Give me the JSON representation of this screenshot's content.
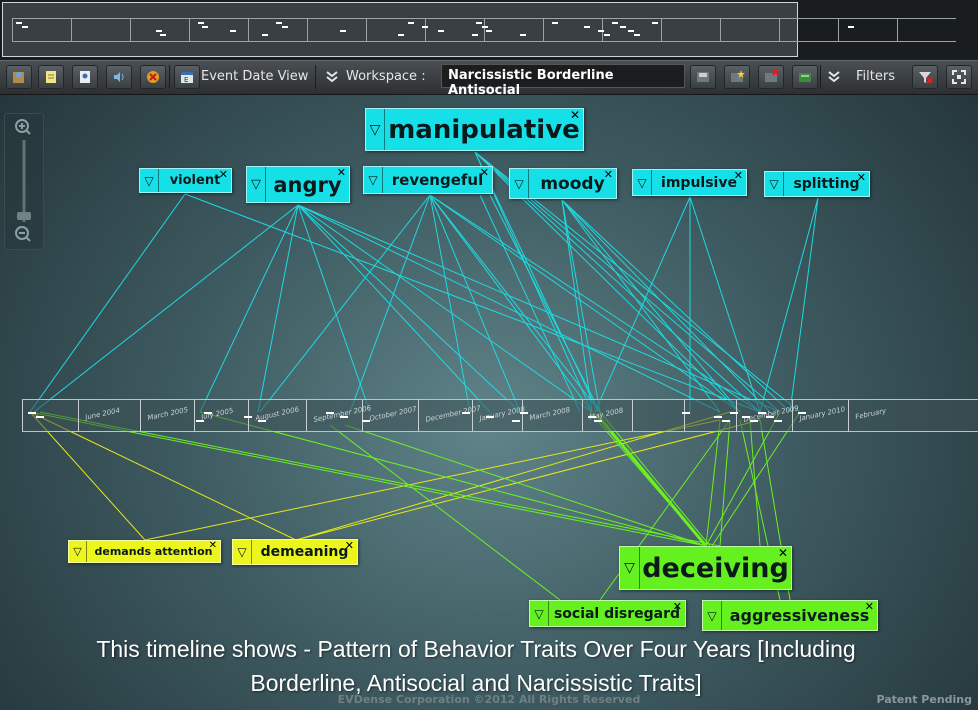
{
  "toolbar": {
    "event_date_view_label": "Event Date View",
    "workspace_label": "Workspace :",
    "workspace_value": "Narcissistic Borderline Antisocial",
    "filters_label": "Filters"
  },
  "icons": [
    "app-icon",
    "notes-icon",
    "profile-icon",
    "speaker-icon",
    "clear-icon",
    "calendar-icon",
    "chevron-double-down-icon",
    "save-icon",
    "new-workspace-icon",
    "delete-workspace-icon",
    "open-workspace-icon",
    "filter-icon",
    "fit-screen-icon",
    "zoom-in-icon",
    "zoom-out-icon"
  ],
  "timeline": {
    "month_labels": [
      "",
      "June 2004",
      "March 2005",
      "July 2005",
      "August 2006",
      "September 2006",
      "October 2007",
      "December 2007",
      "January 2008",
      "March 2008",
      "May 2008",
      "",
      "",
      "December 2009",
      "January 2010",
      "February"
    ]
  },
  "tags": {
    "manipulative": "manipulative",
    "violent": "violent",
    "angry": "angry",
    "revengeful": "revengeful",
    "moody": "moody",
    "impulsive": "impulsive",
    "splitting": "splitting",
    "demands_attention": "demands attention",
    "demeaning": "demeaning",
    "deceiving": "deceiving",
    "social_disregard": "social disregard",
    "aggressiveness": "aggressiveness"
  },
  "tag_controls": {
    "expand_glyph": "▽",
    "close_glyph": "✕"
  },
  "colors": {
    "cyan_tag": "#16e0e7",
    "lime_tag": "#65f020",
    "yellow_tag": "#ecf51c",
    "cyan_line": "#1fd9e0",
    "lime_line": "#6cf022",
    "yellow_line": "#e6e81a"
  },
  "caption": {
    "line1": "This timeline shows - Pattern of Behavior Traits Over Four Years [Including",
    "line2": "Borderline, Antisocial and Narcissistic Traits]"
  },
  "footer": {
    "copyright": "EVDense Corporation ©2012 All Rights Reserved",
    "patent": "Patent Pending"
  }
}
